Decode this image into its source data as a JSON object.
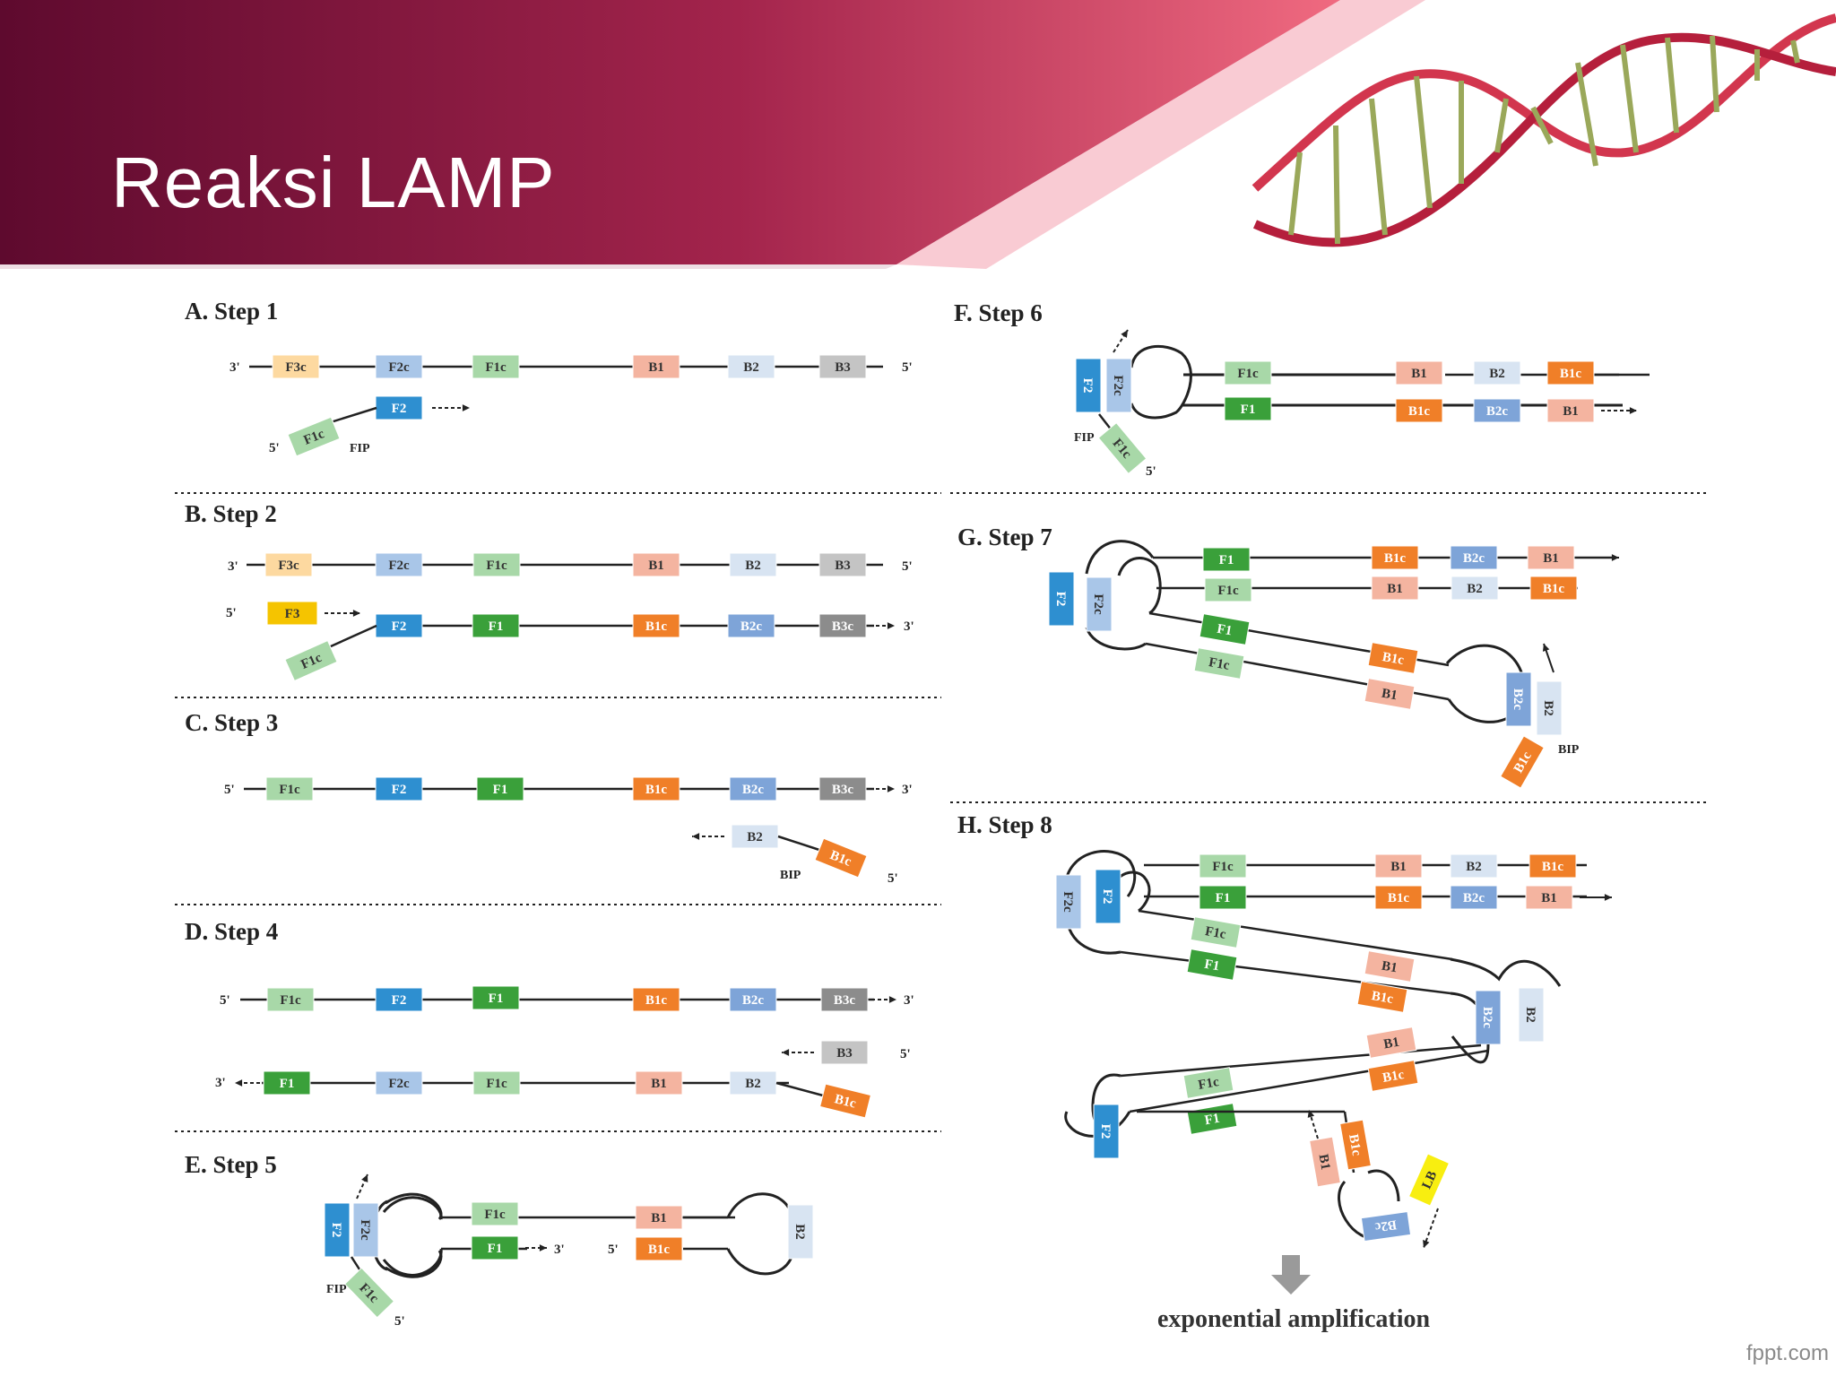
{
  "slide": {
    "title": "Reaksi LAMP",
    "watermark": "fppt.com",
    "colors": {
      "banner_dark": "#5e0a2e",
      "banner_mid": "#a3244c",
      "banner_light": "#f06a80",
      "F3c": "#fdd9a0",
      "F3": "#f5c400",
      "F2c": "#a9c6e8",
      "F2": "#2e8fd0",
      "F1c": "#a8d8a8",
      "F1": "#3aa03a",
      "B1": "#f4b4a0",
      "B1c": "#f07f28",
      "B2": "#d8e4f2",
      "B2c": "#7ea4d8",
      "B3": "#c4c4c4",
      "B3c": "#8c8c8c",
      "LB": "#f8ee10"
    }
  },
  "diagram": {
    "steps": [
      {
        "id": "A",
        "title": "A. Step 1"
      },
      {
        "id": "B",
        "title": "B. Step 2"
      },
      {
        "id": "C",
        "title": "C. Step 3"
      },
      {
        "id": "D",
        "title": "D. Step 4"
      },
      {
        "id": "E",
        "title": "E. Step 5"
      },
      {
        "id": "F",
        "title": "F. Step 6"
      },
      {
        "id": "G",
        "title": "G. Step 7"
      },
      {
        "id": "H",
        "title": "H. Step 8"
      }
    ],
    "labels": {
      "three_prime": "3'",
      "five_prime": "5'",
      "FIP": "FIP",
      "BIP": "BIP",
      "F3c": "F3c",
      "F3": "F3",
      "F2c": "F2c",
      "F2": "F2",
      "F1c": "F1c",
      "F1": "F1",
      "B1": "B1",
      "B1c": "B1c",
      "B2": "B2",
      "B2c": "B2c",
      "B3": "B3",
      "B3c": "B3c",
      "LB": "LB"
    },
    "caption": "exponential amplification"
  }
}
